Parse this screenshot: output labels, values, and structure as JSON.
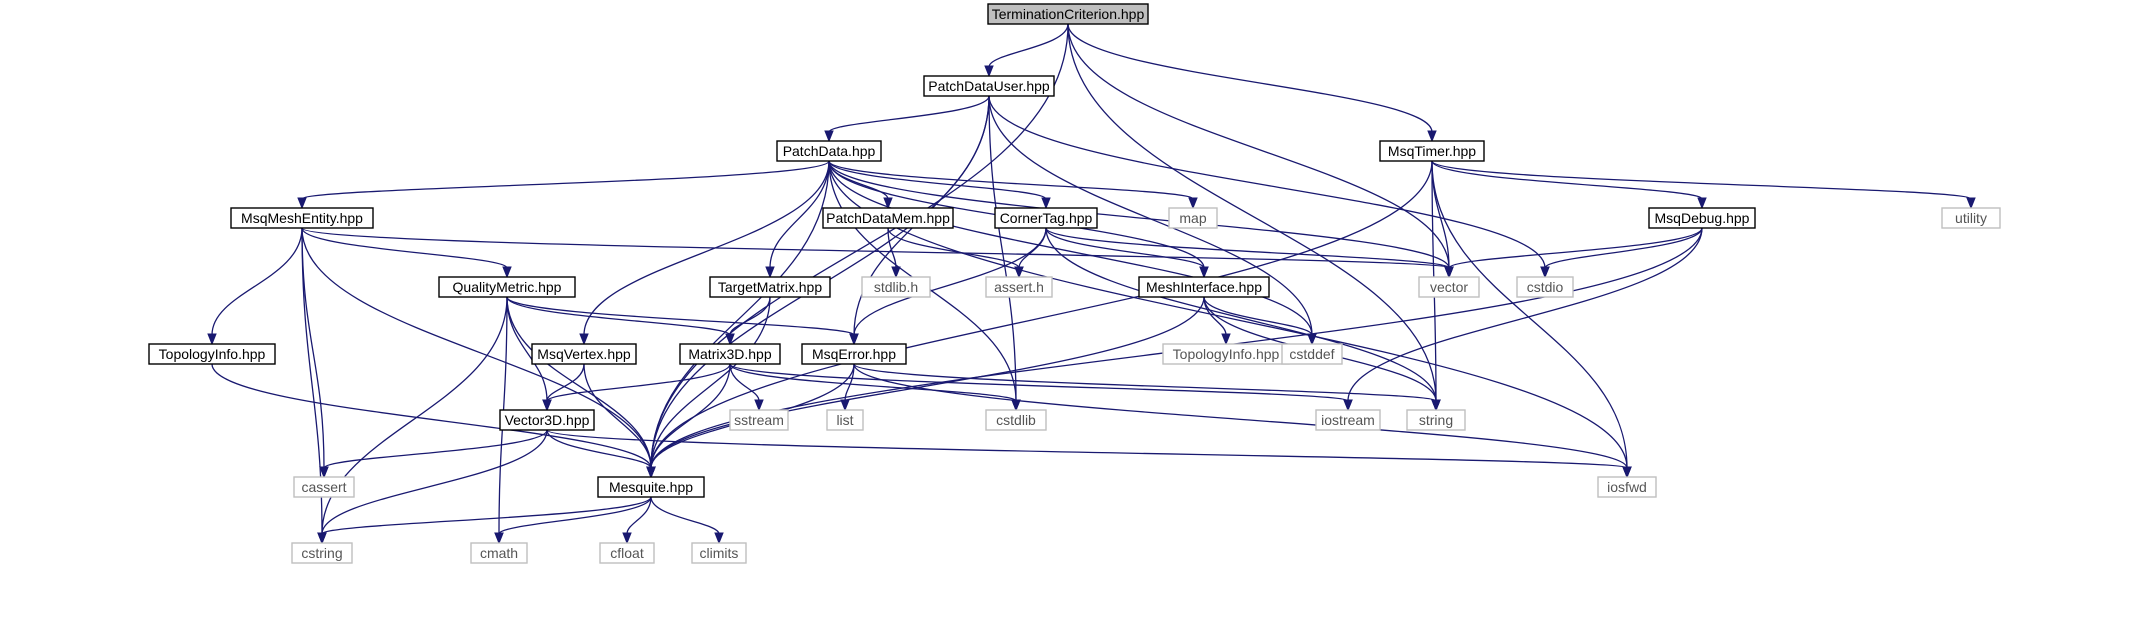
{
  "colors": {
    "edge": "#191970",
    "root_fill": "#bfbfbf",
    "node_fill": "#ffffff",
    "node_border": "#000000",
    "external_border": "#bfbfbf",
    "text": "#000000",
    "external_text": "#555555"
  },
  "nodes": [
    {
      "id": "termination_criterion",
      "label": "TerminationCriterion.hpp",
      "kind": "root"
    },
    {
      "id": "patch_data_user",
      "label": "PatchDataUser.hpp",
      "kind": "file"
    },
    {
      "id": "msq_timer",
      "label": "MsqTimer.hpp",
      "kind": "file"
    },
    {
      "id": "patch_data",
      "label": "PatchData.hpp",
      "kind": "file"
    },
    {
      "id": "msq_mesh_entity",
      "label": "MsqMeshEntity.hpp",
      "kind": "file"
    },
    {
      "id": "patch_data_mem",
      "label": "PatchDataMem.hpp",
      "kind": "file"
    },
    {
      "id": "corner_tag",
      "label": "CornerTag.hpp",
      "kind": "file"
    },
    {
      "id": "map",
      "label": "map",
      "kind": "external"
    },
    {
      "id": "utility",
      "label": "utility",
      "kind": "external"
    },
    {
      "id": "msq_debug",
      "label": "MsqDebug.hpp",
      "kind": "file"
    },
    {
      "id": "quality_metric",
      "label": "QualityMetric.hpp",
      "kind": "file"
    },
    {
      "id": "target_matrix",
      "label": "TargetMatrix.hpp",
      "kind": "file"
    },
    {
      "id": "stdlib_h",
      "label": "stdlib.h",
      "kind": "external"
    },
    {
      "id": "assert_h",
      "label": "assert.h",
      "kind": "external"
    },
    {
      "id": "mesh_interface",
      "label": "MeshInterface.hpp",
      "kind": "file"
    },
    {
      "id": "vector",
      "label": "vector",
      "kind": "external"
    },
    {
      "id": "cstdio",
      "label": "cstdio",
      "kind": "external"
    },
    {
      "id": "topology_info_hpp",
      "label": "TopologyInfo.hpp",
      "kind": "file"
    },
    {
      "id": "msq_vertex",
      "label": "MsqVertex.hpp",
      "kind": "file"
    },
    {
      "id": "matrix3d",
      "label": "Matrix3D.hpp",
      "kind": "file"
    },
    {
      "id": "msq_error",
      "label": "MsqError.hpp",
      "kind": "file"
    },
    {
      "id": "topology_info_ext",
      "label": "TopologyInfo.hpp",
      "kind": "external"
    },
    {
      "id": "cstddef",
      "label": "cstddef",
      "kind": "external"
    },
    {
      "id": "vector3d",
      "label": "Vector3D.hpp",
      "kind": "file"
    },
    {
      "id": "sstream",
      "label": "sstream",
      "kind": "external"
    },
    {
      "id": "list",
      "label": "list",
      "kind": "external"
    },
    {
      "id": "cstdlib",
      "label": "cstdlib",
      "kind": "external"
    },
    {
      "id": "iostream",
      "label": "iostream",
      "kind": "external"
    },
    {
      "id": "string",
      "label": "string",
      "kind": "external"
    },
    {
      "id": "cassert",
      "label": "cassert",
      "kind": "external"
    },
    {
      "id": "mesquite",
      "label": "Mesquite.hpp",
      "kind": "file"
    },
    {
      "id": "iosfwd",
      "label": "iosfwd",
      "kind": "external"
    },
    {
      "id": "cstring",
      "label": "cstring",
      "kind": "external"
    },
    {
      "id": "cmath",
      "label": "cmath",
      "kind": "external"
    },
    {
      "id": "cfloat",
      "label": "cfloat",
      "kind": "external"
    },
    {
      "id": "climits",
      "label": "climits",
      "kind": "external"
    }
  ],
  "edges": [
    [
      "termination_criterion",
      "patch_data_user"
    ],
    [
      "termination_criterion",
      "msq_timer"
    ],
    [
      "termination_criterion",
      "vector"
    ],
    [
      "termination_criterion",
      "string"
    ],
    [
      "termination_criterion",
      "mesquite"
    ],
    [
      "patch_data_user",
      "patch_data"
    ],
    [
      "patch_data_user",
      "msq_error"
    ],
    [
      "patch_data_user",
      "cstddef"
    ],
    [
      "patch_data_user",
      "cstdio"
    ],
    [
      "patch_data_user",
      "cstdlib"
    ],
    [
      "patch_data_user",
      "mesquite"
    ],
    [
      "patch_data",
      "msq_mesh_entity"
    ],
    [
      "patch_data",
      "patch_data_mem"
    ],
    [
      "patch_data",
      "corner_tag"
    ],
    [
      "patch_data",
      "map"
    ],
    [
      "patch_data",
      "target_matrix"
    ],
    [
      "patch_data",
      "mesh_interface"
    ],
    [
      "patch_data",
      "vector"
    ],
    [
      "patch_data",
      "cstddef"
    ],
    [
      "patch_data",
      "msq_vertex"
    ],
    [
      "patch_data",
      "cstdlib"
    ],
    [
      "patch_data",
      "mesquite"
    ],
    [
      "patch_data",
      "iosfwd"
    ],
    [
      "msq_mesh_entity",
      "quality_metric"
    ],
    [
      "msq_mesh_entity",
      "topology_info_hpp"
    ],
    [
      "msq_mesh_entity",
      "vector"
    ],
    [
      "msq_mesh_entity",
      "mesquite"
    ],
    [
      "msq_mesh_entity",
      "cassert"
    ],
    [
      "msq_mesh_entity",
      "cstring"
    ],
    [
      "patch_data_mem",
      "stdlib_h"
    ],
    [
      "patch_data_mem",
      "assert_h"
    ],
    [
      "corner_tag",
      "assert_h"
    ],
    [
      "corner_tag",
      "mesh_interface"
    ],
    [
      "corner_tag",
      "vector"
    ],
    [
      "corner_tag",
      "msq_error"
    ],
    [
      "corner_tag",
      "string"
    ],
    [
      "msq_timer",
      "msq_debug"
    ],
    [
      "msq_timer",
      "utility"
    ],
    [
      "msq_timer",
      "vector"
    ],
    [
      "msq_timer",
      "string"
    ],
    [
      "msq_timer",
      "mesquite"
    ],
    [
      "msq_timer",
      "iosfwd"
    ],
    [
      "msq_debug",
      "vector"
    ],
    [
      "msq_debug",
      "cstdio"
    ],
    [
      "msq_debug",
      "iostream"
    ],
    [
      "msq_debug",
      "mesquite"
    ],
    [
      "quality_metric",
      "matrix3d"
    ],
    [
      "quality_metric",
      "msq_error"
    ],
    [
      "quality_metric",
      "vector3d"
    ],
    [
      "quality_metric",
      "mesquite"
    ],
    [
      "quality_metric",
      "cstring"
    ],
    [
      "quality_metric",
      "cmath"
    ],
    [
      "target_matrix",
      "matrix3d"
    ],
    [
      "target_matrix",
      "mesquite"
    ],
    [
      "mesh_interface",
      "topology_info_ext"
    ],
    [
      "mesh_interface",
      "cstddef"
    ],
    [
      "mesh_interface",
      "string"
    ],
    [
      "mesh_interface",
      "mesquite"
    ],
    [
      "topology_info_hpp",
      "mesquite"
    ],
    [
      "msq_vertex",
      "vector3d"
    ],
    [
      "msq_vertex",
      "mesquite"
    ],
    [
      "matrix3d",
      "vector3d"
    ],
    [
      "matrix3d",
      "sstream"
    ],
    [
      "matrix3d",
      "cstdlib"
    ],
    [
      "matrix3d",
      "iostream"
    ],
    [
      "matrix3d",
      "mesquite"
    ],
    [
      "msq_error",
      "list"
    ],
    [
      "msq_error",
      "string"
    ],
    [
      "msq_error",
      "mesquite"
    ],
    [
      "msq_error",
      "iosfwd"
    ],
    [
      "vector3d",
      "cassert"
    ],
    [
      "vector3d",
      "mesquite"
    ],
    [
      "vector3d",
      "cstring"
    ],
    [
      "vector3d",
      "iosfwd"
    ],
    [
      "mesquite",
      "cstring"
    ],
    [
      "mesquite",
      "cmath"
    ],
    [
      "mesquite",
      "cfloat"
    ],
    [
      "mesquite",
      "climits"
    ]
  ]
}
